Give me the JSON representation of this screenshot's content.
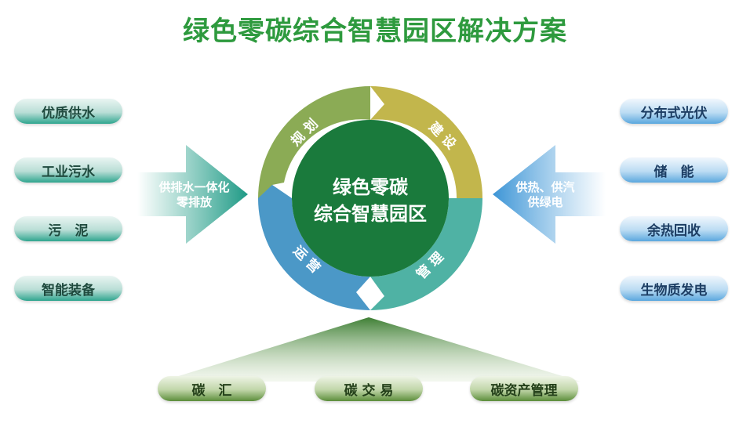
{
  "title": "绿色零碳综合智慧园区解决方案",
  "center": {
    "line1": "绿色零碳",
    "line2": "综合智慧园区"
  },
  "cycle": [
    {
      "label": "规 划",
      "color": "#8bab55"
    },
    {
      "label": "建 设",
      "color": "#c2b64c"
    },
    {
      "label": "管 理",
      "color": "#4fb2a4"
    },
    {
      "label": "运 营",
      "color": "#4b98c7"
    }
  ],
  "left_items": [
    "优质供水",
    "工业污水",
    "污　泥",
    "智能装备"
  ],
  "left_arrow": {
    "line1": "供排水一体化",
    "line2": "零排放"
  },
  "right_items": [
    "分布式光伏",
    "储　能",
    "余热回收",
    "生物质发电"
  ],
  "right_arrow": {
    "line1": "供热、供汽",
    "line2": "供绿电"
  },
  "bottom_items": [
    "碳　汇",
    "碳 交 易",
    "碳资产管理"
  ]
}
